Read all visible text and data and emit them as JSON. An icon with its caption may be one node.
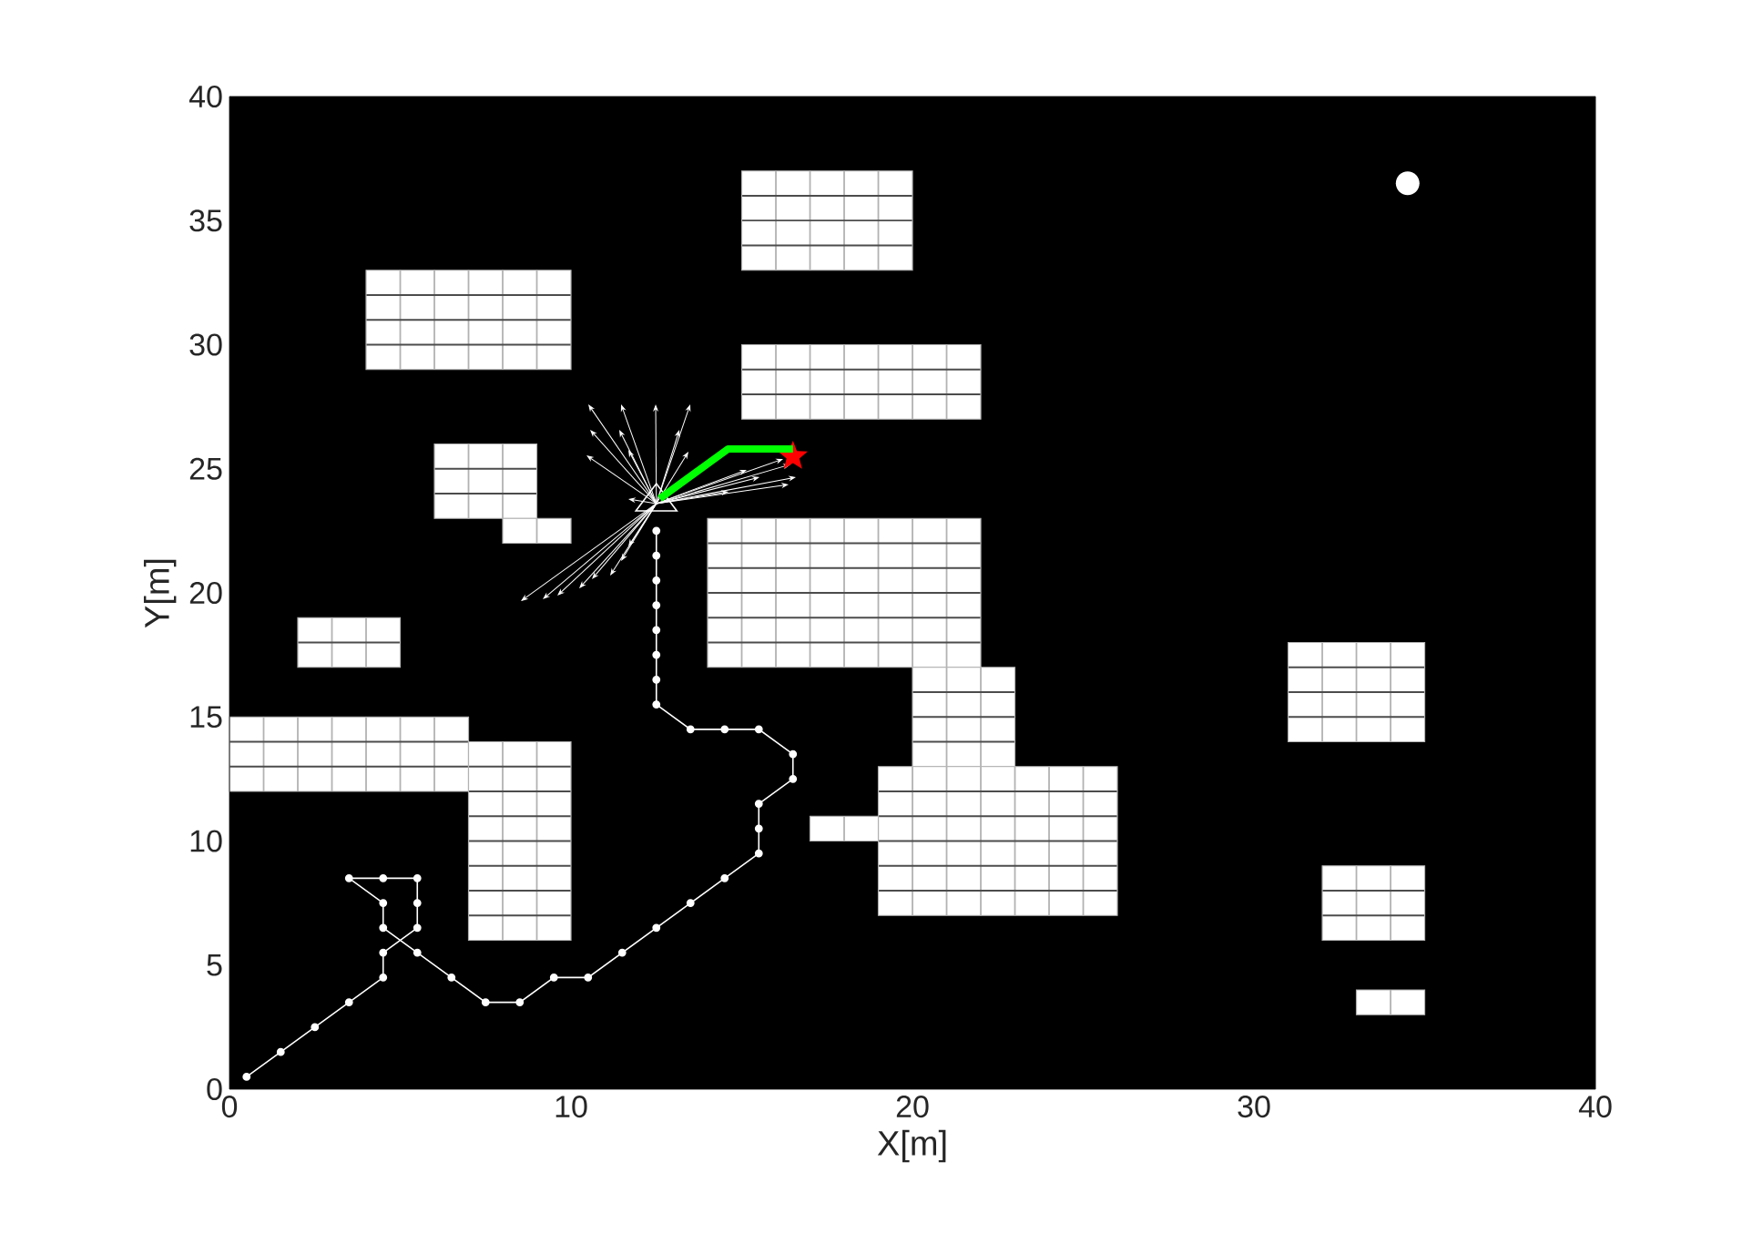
{
  "diagram": {
    "chart_data": {
      "type": "line",
      "xlabel": "X[m]",
      "ylabel": "Y[m]",
      "xlim": [
        0,
        40
      ],
      "ylim": [
        0,
        40
      ],
      "xticks": [
        0,
        10,
        20,
        30,
        40
      ],
      "yticks": [
        0,
        5,
        10,
        15,
        20,
        25,
        30,
        35,
        40
      ],
      "series": [
        {
          "color": "#ffffff",
          "marker": "circle",
          "x": [
            0.5,
            1.5,
            2.5,
            3.5,
            4.5,
            4.5,
            5.5,
            5.5,
            5.5,
            4.5,
            3.5,
            4.5,
            4.5,
            5.5,
            6.5,
            7.5,
            8.5,
            9.5,
            10.5,
            11.5,
            12.5,
            13.5,
            14.5,
            15.5,
            15.5,
            15.5,
            16.5,
            16.5,
            15.5,
            14.5,
            13.5,
            12.5,
            12.5,
            12.5,
            12.5,
            12.5,
            12.5,
            12.5,
            12.5
          ],
          "values": [
            0.5,
            1.5,
            2.5,
            3.5,
            4.5,
            5.5,
            6.5,
            7.5,
            8.5,
            8.5,
            8.5,
            7.5,
            6.5,
            5.5,
            4.5,
            3.5,
            3.5,
            4.5,
            4.5,
            5.5,
            6.5,
            7.5,
            8.5,
            9.5,
            10.5,
            11.5,
            12.5,
            13.5,
            14.5,
            14.5,
            14.5,
            15.5,
            16.5,
            17.5,
            18.5,
            19.5,
            20.5,
            21.5,
            22.5
          ]
        },
        {
          "color": "#00ff00",
          "marker": "none",
          "x": [
            12.6,
            14.6,
            16.5
          ],
          "values": [
            23.8,
            25.8,
            25.8
          ]
        }
      ]
    }
  }
}
